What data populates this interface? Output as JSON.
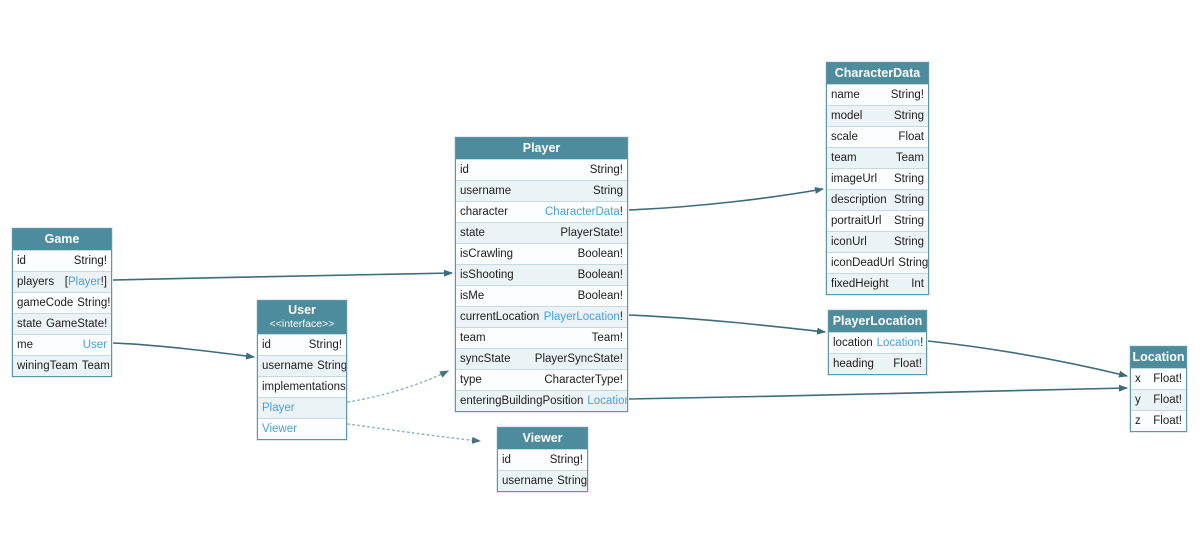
{
  "diagram": {
    "type": "graphql-schema-diagram",
    "colors": {
      "header_bg": "#4d8c9c",
      "header_text": "#ffffff",
      "row_bg": "#fcfdfe",
      "row_alt_bg": "#ecf3f6",
      "table_border": "#5d97a7",
      "row_separator": "#c3dae2",
      "type_link": "#47a1e3",
      "text": "#1c1c1c",
      "arrow_solid": "#3e6b79",
      "arrow_dotted": "#93b5bf"
    }
  },
  "tables": {
    "game": {
      "title": "Game",
      "fields": [
        {
          "name": "id",
          "type": "String!"
        },
        {
          "name": "players",
          "type": "[Player!]",
          "link": "Player"
        },
        {
          "name": "gameCode",
          "type": "String!"
        },
        {
          "name": "state",
          "type": "GameState!"
        },
        {
          "name": "me",
          "type": "User",
          "link": "User"
        },
        {
          "name": "winingTeam",
          "type": "Team"
        }
      ]
    },
    "user": {
      "title": "User",
      "subtitle": "<<interface>>",
      "fields": [
        {
          "name": "id",
          "type": "String!"
        },
        {
          "name": "username",
          "type": "String"
        },
        {
          "name": "implementations",
          "type": ""
        },
        {
          "name": "Player",
          "type": "",
          "name_link": true
        },
        {
          "name": "Viewer",
          "type": "",
          "name_link": true
        }
      ]
    },
    "player": {
      "title": "Player",
      "fields": [
        {
          "name": "id",
          "type": "String!"
        },
        {
          "name": "username",
          "type": "String"
        },
        {
          "name": "character",
          "type": "CharacterData!",
          "link": "CharacterData"
        },
        {
          "name": "state",
          "type": "PlayerState!"
        },
        {
          "name": "isCrawling",
          "type": "Boolean!"
        },
        {
          "name": "isShooting",
          "type": "Boolean!"
        },
        {
          "name": "isMe",
          "type": "Boolean!"
        },
        {
          "name": "currentLocation",
          "type": "PlayerLocation!",
          "link": "PlayerLocation"
        },
        {
          "name": "team",
          "type": "Team!"
        },
        {
          "name": "syncState",
          "type": "PlayerSyncState!"
        },
        {
          "name": "type",
          "type": "CharacterType!"
        },
        {
          "name": "enteringBuildingPosition",
          "type": "Location",
          "link": "Location"
        }
      ]
    },
    "viewer": {
      "title": "Viewer",
      "fields": [
        {
          "name": "id",
          "type": "String!"
        },
        {
          "name": "username",
          "type": "String"
        }
      ]
    },
    "characterdata": {
      "title": "CharacterData",
      "fields": [
        {
          "name": "name",
          "type": "String!"
        },
        {
          "name": "model",
          "type": "String"
        },
        {
          "name": "scale",
          "type": "Float"
        },
        {
          "name": "team",
          "type": "Team"
        },
        {
          "name": "imageUrl",
          "type": "String"
        },
        {
          "name": "description",
          "type": "String"
        },
        {
          "name": "portraitUrl",
          "type": "String"
        },
        {
          "name": "iconUrl",
          "type": "String"
        },
        {
          "name": "iconDeadUrl",
          "type": "String"
        },
        {
          "name": "fixedHeight",
          "type": "Int"
        }
      ]
    },
    "playerlocation": {
      "title": "PlayerLocation",
      "fields": [
        {
          "name": "location",
          "type": "Location!",
          "link": "Location"
        },
        {
          "name": "heading",
          "type": "Float!"
        }
      ]
    },
    "location": {
      "title": "Location",
      "fields": [
        {
          "name": "x",
          "type": "Float!"
        },
        {
          "name": "y",
          "type": "Float!"
        },
        {
          "name": "z",
          "type": "Float!"
        }
      ]
    }
  },
  "relationships": [
    {
      "from": "Game.players",
      "to": "Player",
      "style": "solid"
    },
    {
      "from": "Game.me",
      "to": "User",
      "style": "solid"
    },
    {
      "from": "Player.character",
      "to": "CharacterData",
      "style": "solid"
    },
    {
      "from": "Player.currentLocation",
      "to": "PlayerLocation",
      "style": "solid"
    },
    {
      "from": "Player.enteringBuildingPosition",
      "to": "Location",
      "style": "solid"
    },
    {
      "from": "PlayerLocation.location",
      "to": "Location",
      "style": "solid"
    },
    {
      "from": "User.Player",
      "to": "Player",
      "style": "dotted"
    },
    {
      "from": "User.Viewer",
      "to": "Viewer",
      "style": "dotted"
    }
  ]
}
